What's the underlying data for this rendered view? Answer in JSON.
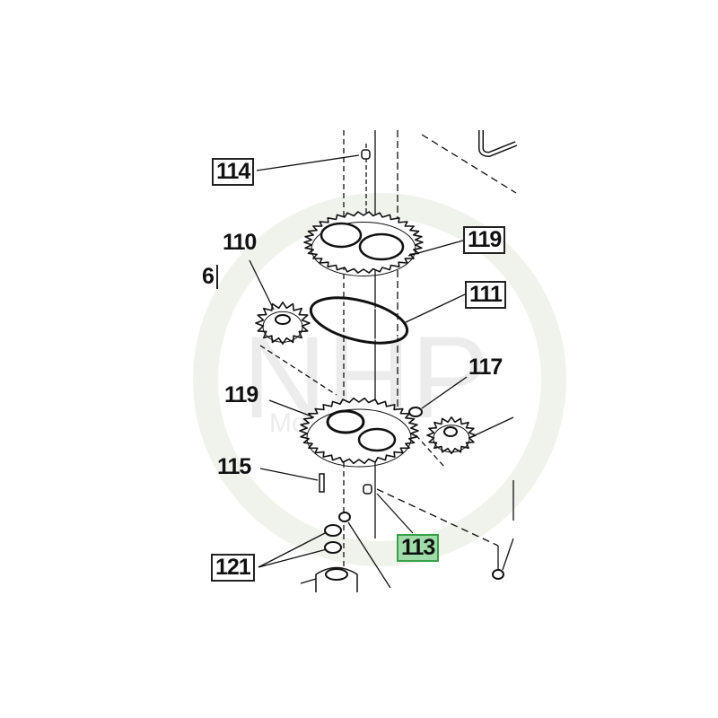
{
  "watermark": {
    "brand": "NHP",
    "sub": "Motoculture"
  },
  "colors": {
    "line": "#111111",
    "highlight": "#9fdcaa",
    "highlight_border": "#3aa04a",
    "watermark": "#dcdcdc"
  },
  "callouts": [
    {
      "id": "114",
      "boxed": true
    },
    {
      "id": "110",
      "boxed": false
    },
    {
      "id": "6",
      "boxed": true
    },
    {
      "id": "119",
      "boxed": true
    },
    {
      "id": "111",
      "boxed": true
    },
    {
      "id": "117",
      "boxed": false
    },
    {
      "id": "119",
      "boxed": false
    },
    {
      "id": "115",
      "boxed": false
    },
    {
      "id": "113",
      "boxed": true,
      "highlighted": true
    },
    {
      "id": "121",
      "boxed": true
    }
  ]
}
